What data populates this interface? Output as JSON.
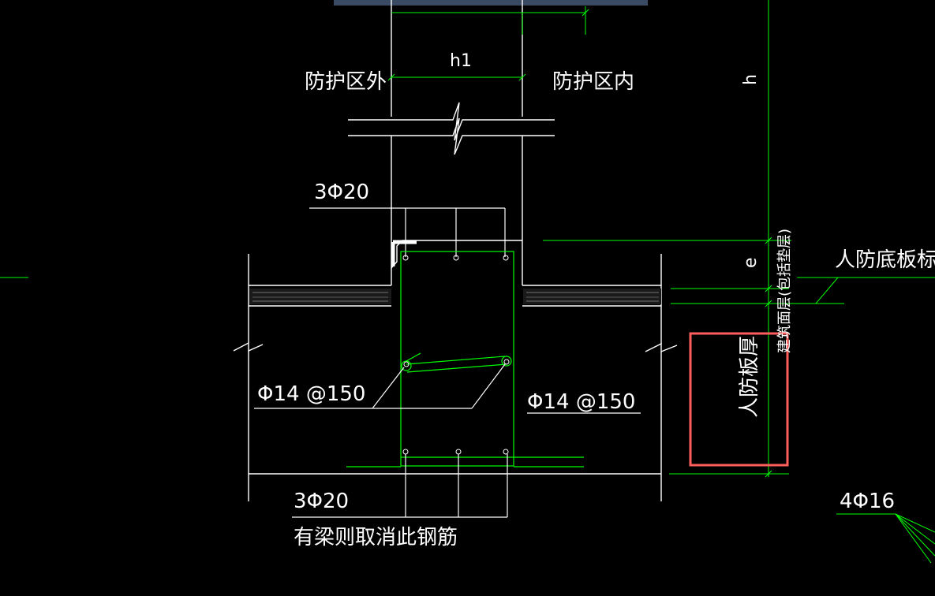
{
  "colors": {
    "background": "#000000",
    "white_line": "#ffffff",
    "green_line": "#00ff00",
    "highlight": "#ff5c5c",
    "top_bar": "#3a4a63"
  },
  "labels": {
    "outside_zone": "防护区外",
    "inside_zone": "防护区内",
    "dim_h1": "h1",
    "dim_h": "h",
    "dim_e": "e",
    "rebar_top": "3Φ20",
    "rebar_bottom": "3Φ20",
    "stirrup_left": "Φ14 @150",
    "stirrup_right": "Φ14 @150",
    "remove_note": "有梁则取消此钢筋",
    "floor_elev": "人防底板标高",
    "floor_detail": "建筑面层(包括垫层)",
    "slab_thickness": "人防板厚",
    "rebar_side": "4Φ16"
  }
}
